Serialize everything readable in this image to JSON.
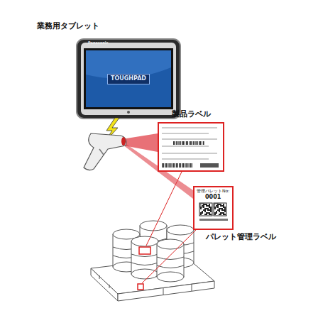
{
  "diagram": {
    "nodes": [
      {
        "text": [
          "業務用タブレット"
        ]
      },
      {
        "text": [
          "製品ラベル"
        ]
      },
      {
        "text": [
          "パレット管理ラベル",
          "管理パレットNo:",
          "0001"
        ]
      }
    ],
    "labels": [
      "Panasonic",
      "TOUGHPAD"
    ]
  }
}
